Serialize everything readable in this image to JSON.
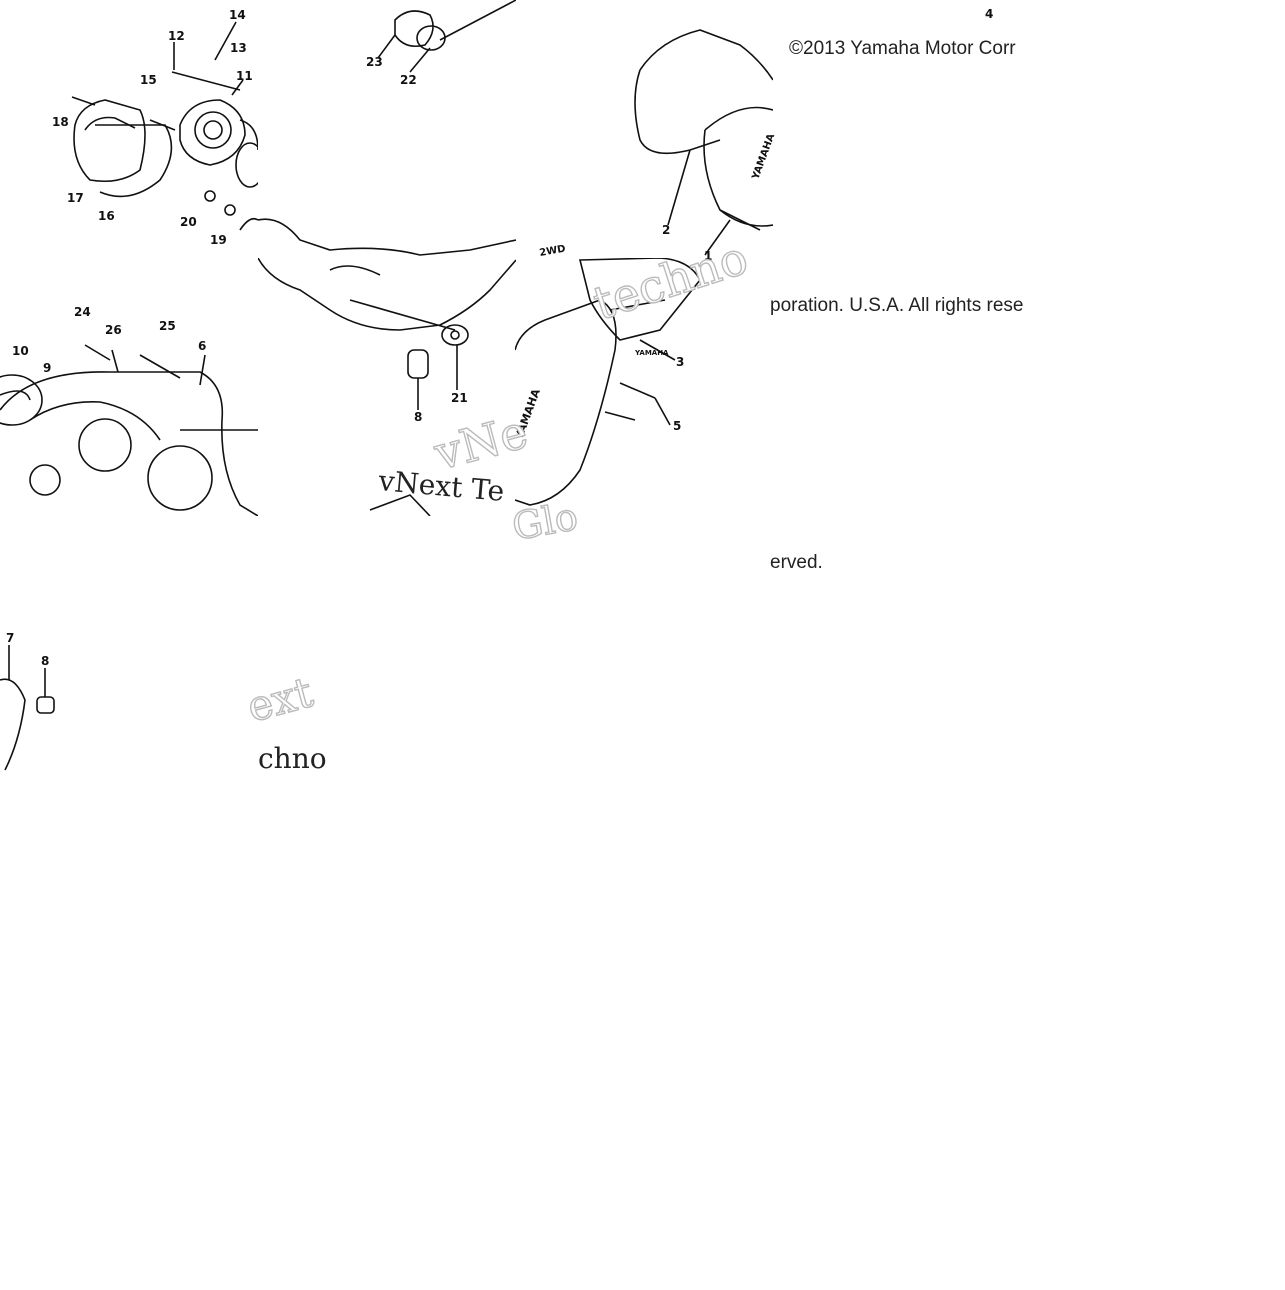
{
  "diagram": {
    "copyright_parts": [
      "©2013 Yamaha Motor Corr",
      "poration. U.S.A. All rights rese",
      "erved."
    ],
    "watermark_texts": [
      "vNext Te",
      "chno",
      "ext",
      "techno",
      "vNe",
      "Glo"
    ],
    "callouts": [
      "1",
      "2",
      "3",
      "4",
      "5",
      "6",
      "7",
      "8",
      "8",
      "9",
      "10",
      "11",
      "12",
      "13",
      "14",
      "15",
      "16",
      "17",
      "18",
      "19",
      "20",
      "21",
      "22",
      "23",
      "24",
      "25",
      "26"
    ],
    "part_marks": [
      "2WD",
      "YAMAHA",
      "YAMAHA",
      "YAMAHA"
    ]
  }
}
